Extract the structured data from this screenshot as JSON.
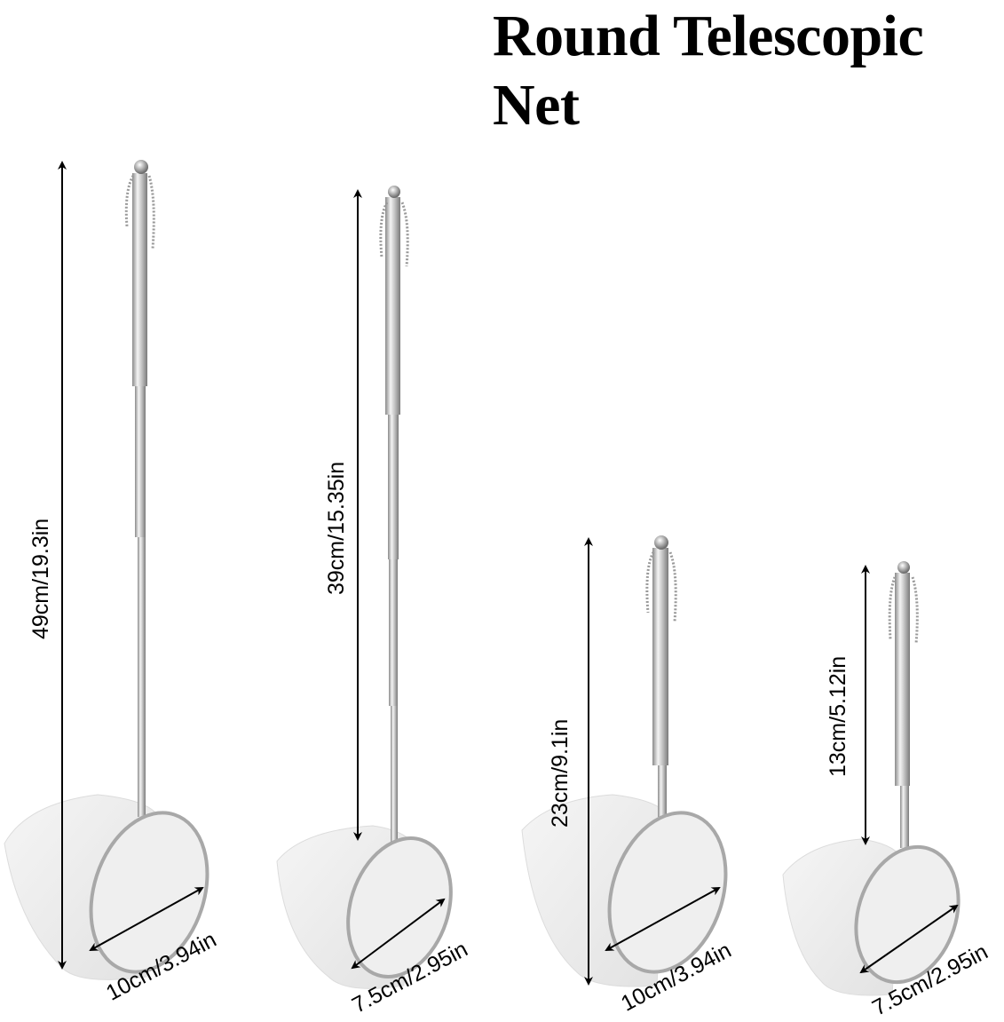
{
  "title": {
    "line1": "Round Telescopic",
    "line2": "Net"
  },
  "products": [
    {
      "id": "net-1",
      "length_label": "49cm/19.3in",
      "diameter_label": "10cm/3.94in"
    },
    {
      "id": "net-2",
      "length_label": "39cm/15.35in",
      "diameter_label": "7.5cm/2.95in"
    },
    {
      "id": "net-3",
      "length_label": "23cm/9.1in",
      "diameter_label": "10cm/3.94in"
    },
    {
      "id": "net-4",
      "length_label": "13cm/5.12in",
      "diameter_label": "7.5cm/2.95in"
    }
  ],
  "colors": {
    "background": "#ffffff",
    "text": "#000000",
    "steel": "#b8b8b8",
    "mesh": "#ececec"
  }
}
